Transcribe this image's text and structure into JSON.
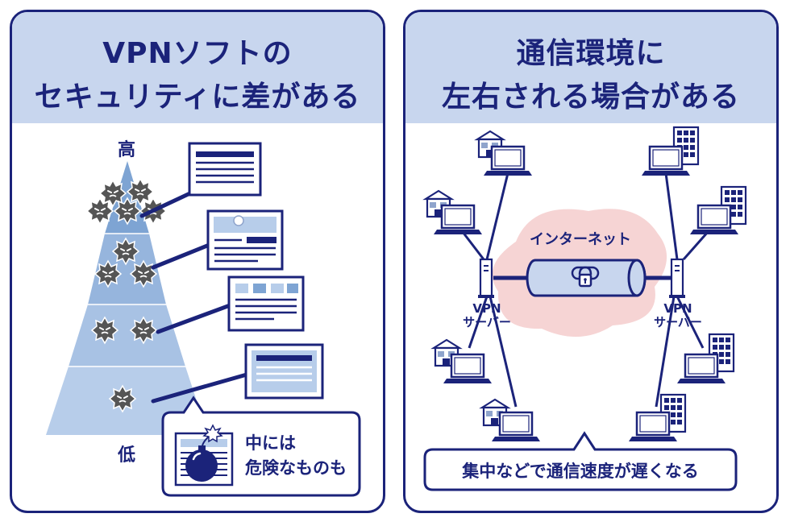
{
  "left_panel": {
    "title_line1": "VPNソフトの",
    "title_line2": "セキュリティに差がある",
    "high_label": "高",
    "low_label": "低",
    "callout_line1": "中には",
    "callout_line2": "危険なものも"
  },
  "right_panel": {
    "title_line1": "通信環境に",
    "title_line2": "左右される場合がある",
    "internet_label": "インターネット",
    "vpn_left_line1": "VPN",
    "vpn_left_line2": "サーバー",
    "vpn_right_line1": "VPN",
    "vpn_right_line2": "サーバー",
    "caption": "集中などで通信速度が遅くなる"
  },
  "colors": {
    "navy": "#1b237a",
    "header_blue": "#c8d6ee",
    "pink_cloud": "#f6d4d4",
    "virus_gray": "#555555"
  }
}
